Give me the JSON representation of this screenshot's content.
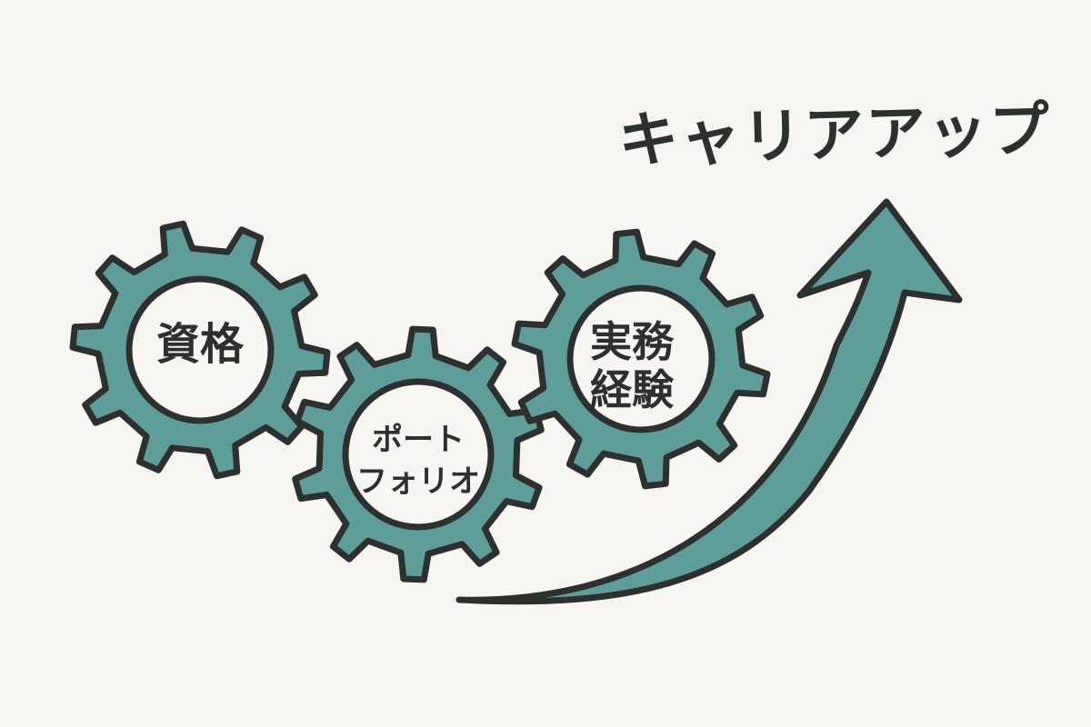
{
  "title": "キャリアアップ",
  "gears": [
    {
      "id": "shikaku",
      "lines": [
        "資格"
      ]
    },
    {
      "id": "portfolio",
      "lines": [
        "ポート",
        "フォリオ"
      ]
    },
    {
      "id": "jitsumu",
      "lines": [
        "実務",
        "経験"
      ]
    }
  ],
  "colors": {
    "background": "#f7f6f2",
    "gear_fill": "#5f9d9a",
    "outline": "#2d302e",
    "inner_circle": "#f7f6f2"
  },
  "icons": {
    "gears": "gear-icon",
    "arrow": "arrow-up-icon"
  }
}
